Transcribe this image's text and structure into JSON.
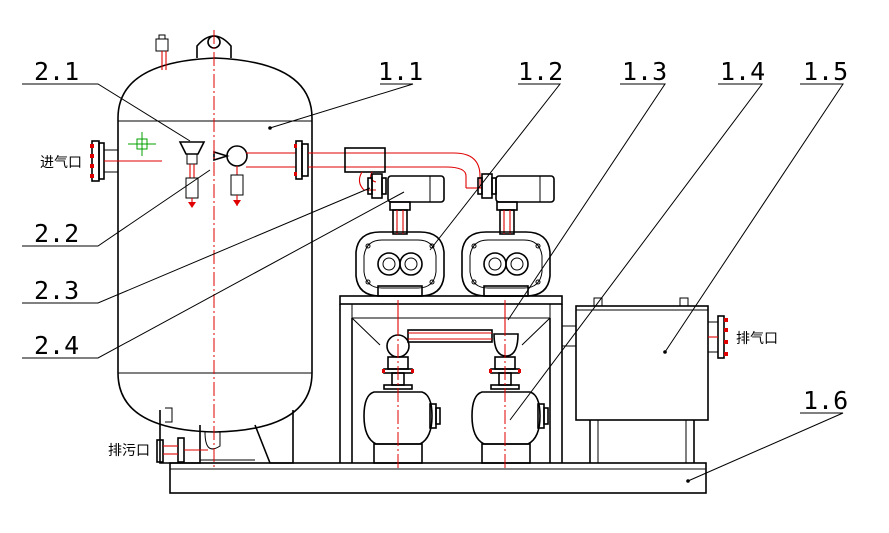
{
  "callouts": {
    "c1_1": "1.1",
    "c1_2": "1.2",
    "c1_3": "1.3",
    "c1_4": "1.4",
    "c1_5": "1.5",
    "c1_6": "1.6",
    "c2_1": "2.1",
    "c2_2": "2.2",
    "c2_3": "2.3",
    "c2_4": "2.4"
  },
  "ports": {
    "inlet": "进气口",
    "exhaust": "排气口",
    "drain": "排污口"
  },
  "colors": {
    "outline": "#000000",
    "pipe": "#e00000",
    "crosshair": "#00a000"
  }
}
